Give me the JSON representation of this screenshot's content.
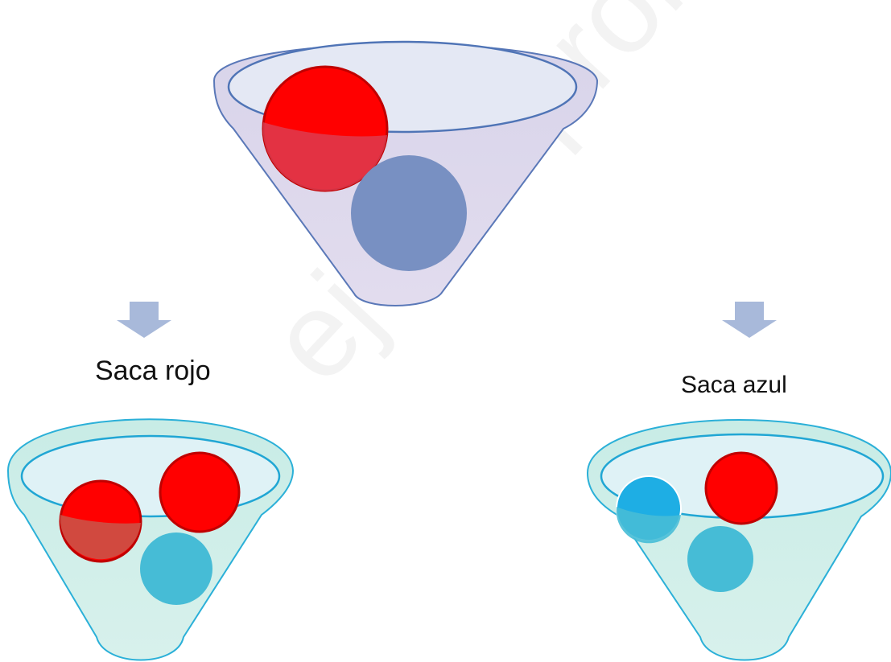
{
  "labels": {
    "left": "Saca rojo",
    "right": "Saca azul"
  },
  "watermark": "ejeroaprobar.es",
  "colors": {
    "red_ball": "#ff0000",
    "top_blue_ball": "#7890c2",
    "cyan_ball": "#46bcd6",
    "bright_blue_ball": "#1eaee4",
    "top_cone": "#d6d2e8",
    "bottom_cone": "#cfeee9",
    "arrow": "#a8b9da"
  },
  "containers": [
    {
      "id": "top",
      "balls": [
        "red",
        "blue"
      ]
    },
    {
      "id": "left",
      "balls": [
        "red",
        "red",
        "cyan"
      ]
    },
    {
      "id": "right",
      "balls": [
        "blue",
        "red",
        "cyan"
      ]
    }
  ]
}
